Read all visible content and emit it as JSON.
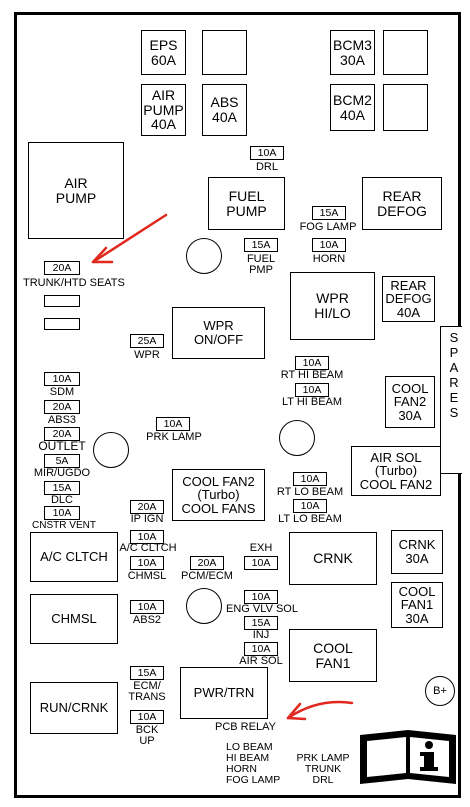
{
  "relays": {
    "eps": "EPS\n60A",
    "bcm3": "BCM3\n30A",
    "air_pump_fuse": "AIR\nPUMP\n40A",
    "abs": "ABS\n40A",
    "bcm2": "BCM2\n40A",
    "air_pump": "AIR\nPUMP",
    "fuel_pump": "FUEL\nPUMP",
    "rear_defog": "REAR\nDEFOG",
    "wpr_hilo": "WPR\nHI/LO",
    "rear_defog_fuse": "REAR\nDEFOG\n40A",
    "wpr_onoff": "WPR\nON/OFF",
    "cool_fan2_fuse": "COOL\nFAN2\n30A",
    "air_sol": "AIR SOL\n(Turbo)\nCOOL FAN2",
    "cool_fan2": "COOL FAN2\n(Turbo)\nCOOL FANS",
    "ac_clutch": "A/C CLTCH",
    "crnk": "CRNK",
    "crnk_fuse": "CRNK\n30A",
    "cool_fan1_fuse": "COOL\nFAN1\n30A",
    "chmsl": "CHMSL",
    "cool_fan1": "COOL\nFAN1",
    "run_crnk": "RUN/CRNK",
    "pwr_trn": "PWR/TRN",
    "b_plus": "B+"
  },
  "fuses": {
    "drl": {
      "amp": "10A",
      "name": "DRL"
    },
    "fog_lamp": {
      "amp": "15A",
      "name": "FOG LAMP"
    },
    "fuel_pmp": {
      "amp": "15A",
      "name": "FUEL\nPMP"
    },
    "horn": {
      "amp": "10A",
      "name": "HORN"
    },
    "trunk_htd": {
      "amp": "20A",
      "name": "TRUNK/HTD SEATS"
    },
    "wpr": {
      "amp": "25A",
      "name": "WPR"
    },
    "rt_hi_beam": {
      "amp": "10A",
      "name": "RT HI BEAM"
    },
    "lt_hi_beam": {
      "amp": "10A",
      "name": "LT HI BEAM"
    },
    "sdm": {
      "amp": "10A",
      "name": "SDM"
    },
    "abs3": {
      "amp": "20A",
      "name": "ABS3"
    },
    "outlet": {
      "amp": "20A",
      "name": "OUTLET"
    },
    "mir_ugdo": {
      "amp": "5A",
      "name": "MIR/UGDO"
    },
    "dlc": {
      "amp": "15A",
      "name": "DLC"
    },
    "cnstr_vent": {
      "amp": "10A",
      "name": "CNSTR VENT"
    },
    "prk_lamp": {
      "amp": "10A",
      "name": "PRK LAMP"
    },
    "rt_lo_beam": {
      "amp": "10A",
      "name": "RT LO BEAM"
    },
    "lt_lo_beam": {
      "amp": "10A",
      "name": "LT LO BEAM"
    },
    "ip_ign": {
      "amp": "20A",
      "name": "IP IGN"
    },
    "ac_clth": {
      "amp": "10A",
      "name": "A/C CLTCH"
    },
    "chmsl": {
      "amp": "10A",
      "name": "CHMSL"
    },
    "pcm_ecm": {
      "amp": "20A",
      "name": "PCM/ECM"
    },
    "exh": {
      "amp": "10A",
      "name": "EXH"
    },
    "eng_vlv_sol": {
      "amp": "10A",
      "name": "ENG VLV SOL"
    },
    "abs2": {
      "amp": "10A",
      "name": "ABS2"
    },
    "inj": {
      "amp": "15A",
      "name": "INJ"
    },
    "air_sol": {
      "amp": "10A",
      "name": "AIR SOL"
    },
    "ecm_trans": {
      "amp": "15A",
      "name": "ECM/\nTRANS"
    },
    "bck_up": {
      "amp": "10A",
      "name": "BCK\nUP"
    }
  },
  "spares_label": "SPARES",
  "pcb_relay": "PCB RELAY",
  "pcb_list_left": "LO BEAM\nHI BEAM\nHORN\nFOG LAMP",
  "pcb_list_right": "PRK LAMP\nTRUNK\nDRL",
  "colors": {
    "annotation_arrow": "#e0281e",
    "line": "#000000"
  },
  "icons": {
    "manual": "manual-info-icon"
  }
}
